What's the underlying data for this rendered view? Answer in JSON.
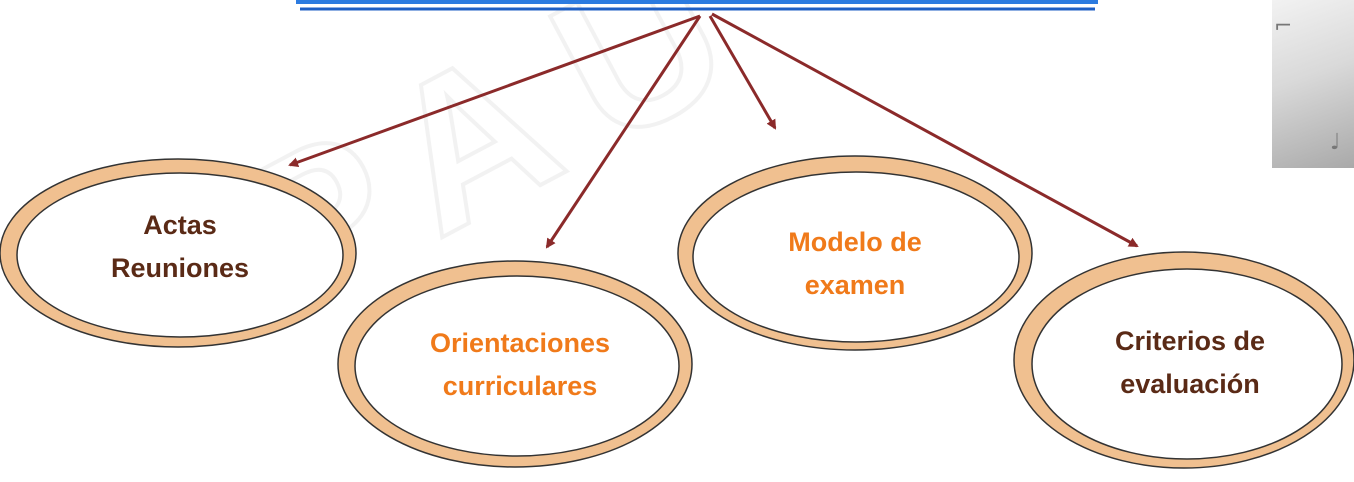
{
  "diagram": {
    "root_underline_colors": [
      "#2c7be0",
      "#1f5fc4"
    ],
    "arrow_color": "#8b2a2a",
    "ellipse_fill": "#ffffff",
    "ellipse_ring": "#f0c090",
    "nodes": [
      {
        "id": "actas",
        "lines": [
          "Actas",
          "Reuniones"
        ],
        "text_color": "#5a2a16"
      },
      {
        "id": "orientaciones",
        "lines": [
          "Orientaciones",
          "curriculares"
        ],
        "text_color": "#f07a1a"
      },
      {
        "id": "modelo",
        "lines": [
          "Modelo de",
          "examen"
        ],
        "text_color": "#f07a1a"
      },
      {
        "id": "criterios",
        "lines": [
          "Criterios de",
          "evaluación"
        ],
        "text_color": "#5a2a16"
      }
    ],
    "watermark_text": "PAU"
  }
}
